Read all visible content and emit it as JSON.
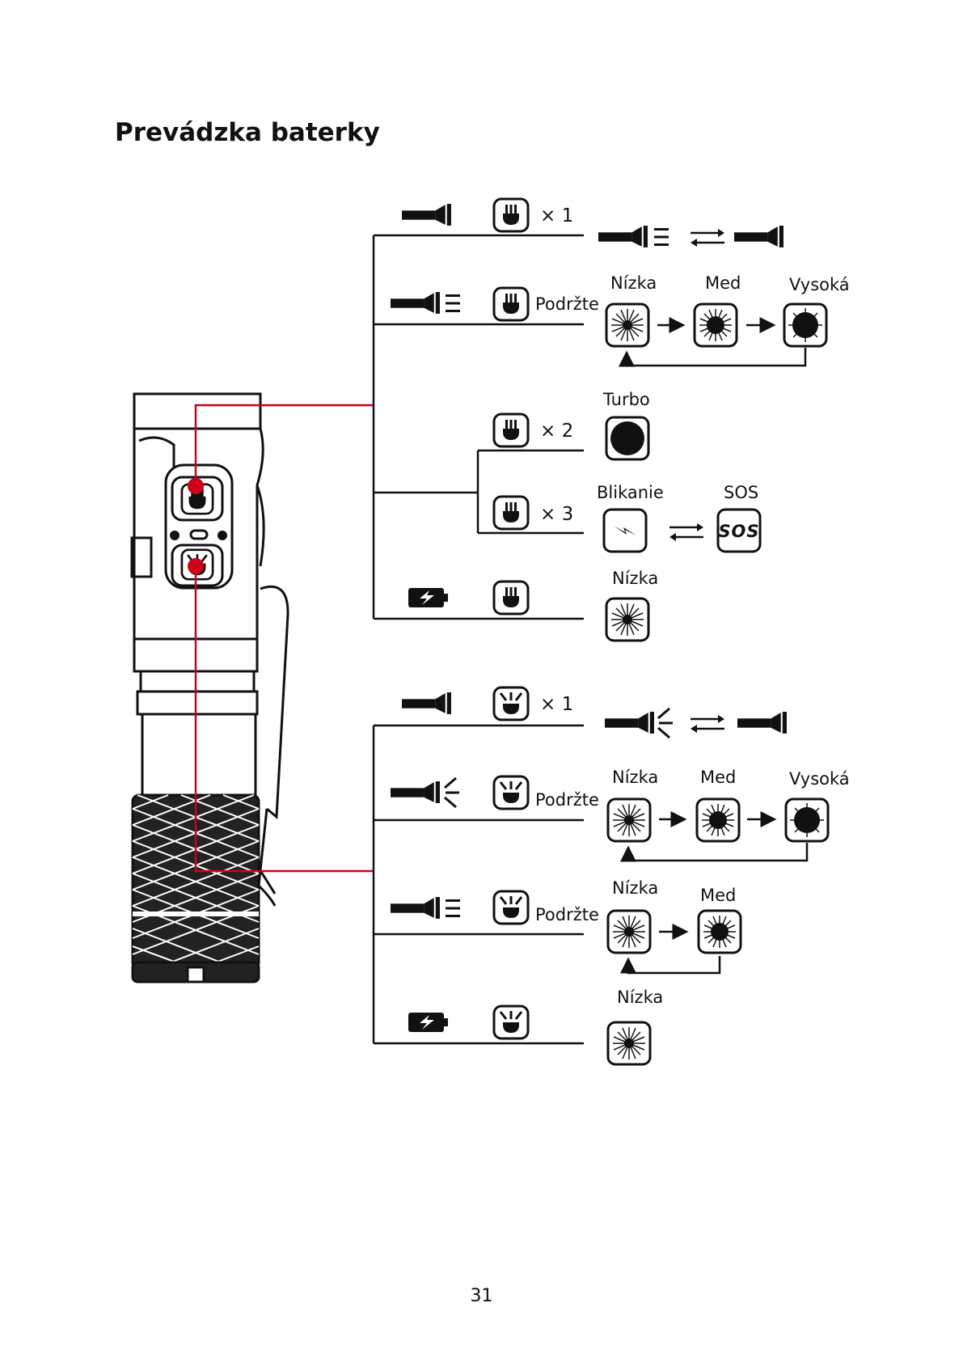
{
  "page": {
    "title": "Prevádzka baterky",
    "page_number": "31"
  },
  "colors": {
    "accent": "#d0021b",
    "ink": "#111111"
  },
  "top_button": {
    "icon": "main-button-icon",
    "rows": [
      {
        "press": "× 1",
        "mode_icon": "flashlight-icon",
        "result": "toggle-main-beam-off"
      },
      {
        "press": "Podržte",
        "mode_icon": "flashlight-main-beam-icon",
        "levels": [
          "Nízka",
          "Med",
          "Vysoká"
        ]
      },
      {
        "press": "× 2",
        "level": "Turbo"
      },
      {
        "press": "× 3",
        "modes": [
          "Blikanie",
          "SOS"
        ],
        "sos_glyph": "SOS"
      },
      {
        "press": "",
        "mode_icon": "battery-lightning-icon",
        "level": "Nízka"
      }
    ]
  },
  "bottom_button": {
    "icon": "aux-button-icon",
    "rows": [
      {
        "press": "× 1",
        "mode_icon": "flashlight-icon",
        "result": "toggle-flood-beam-off"
      },
      {
        "press": "Podržte",
        "mode_icon": "flashlight-flood-beam-icon",
        "levels": [
          "Nízka",
          "Med",
          "Vysoká"
        ]
      },
      {
        "press": "Podržte",
        "mode_icon": "flashlight-main-beam-icon",
        "levels": [
          "Nízka",
          "Med"
        ]
      },
      {
        "press": "",
        "mode_icon": "battery-lightning-icon",
        "level": "Nízka"
      }
    ]
  }
}
